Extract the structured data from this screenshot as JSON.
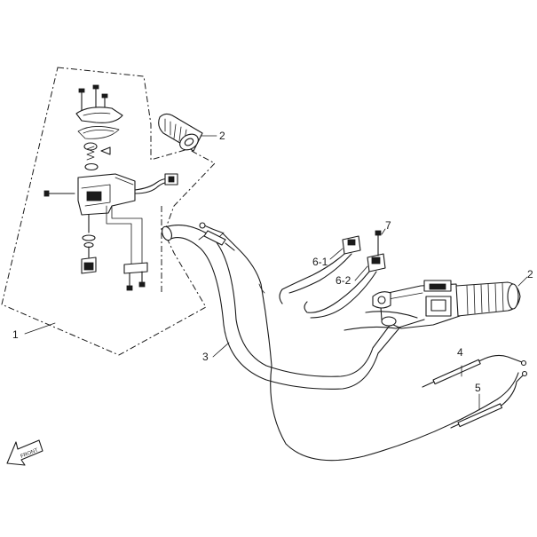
{
  "callouts": {
    "switch_assembly": "1",
    "left_grip": "2",
    "right_grip": "2",
    "handlebar": "3",
    "cable_upper": "4",
    "cable_lower": "5",
    "connector_6_1": "6-1",
    "connector_6_2": "6-2",
    "screw": "7"
  },
  "front_arrow": "FRONT"
}
